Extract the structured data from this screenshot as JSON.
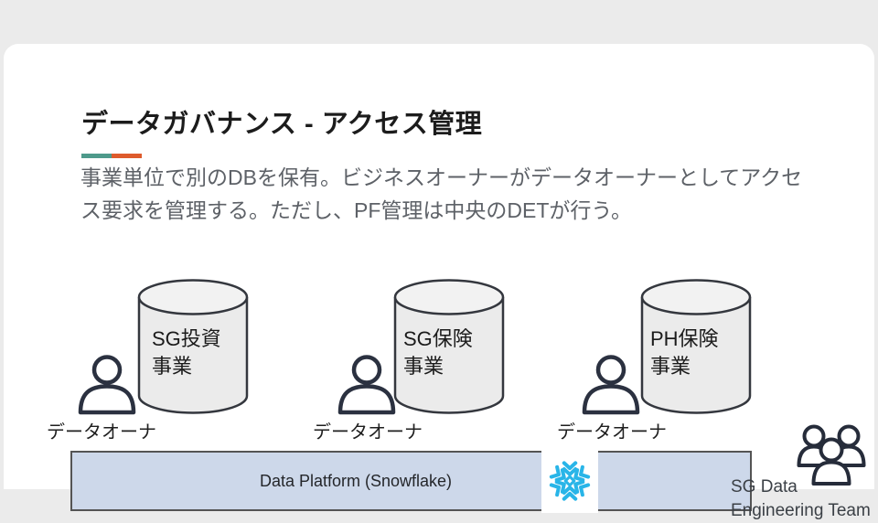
{
  "slide": {
    "title": "データガバナンス - アクセス管理",
    "subtitle": "事業単位で別のDBを保有。ビジネスオーナーがデータオーナーとしてアクセス要求を管理する。ただし、PF管理は中央のDETが行う。"
  },
  "accent": {
    "teal": "#4e9a8b",
    "orange": "#de5b2c"
  },
  "databases": [
    {
      "name_line1": "SG投資",
      "name_line2": "事業",
      "owner": "データオーナ"
    },
    {
      "name_line1": "SG保険",
      "name_line2": "事業",
      "owner": "データオーナ"
    },
    {
      "name_line1": "PH保険",
      "name_line2": "事業",
      "owner": "データオーナ"
    }
  ],
  "platform": {
    "label": "Data Platform (Snowflake)",
    "logo": "snowflake-icon",
    "bar_color": "#cdd8ea",
    "logo_color": "#29b5e8"
  },
  "team": {
    "name_line1": "SG Data",
    "name_line2": "Engineering Team",
    "icon": "team-icon"
  }
}
